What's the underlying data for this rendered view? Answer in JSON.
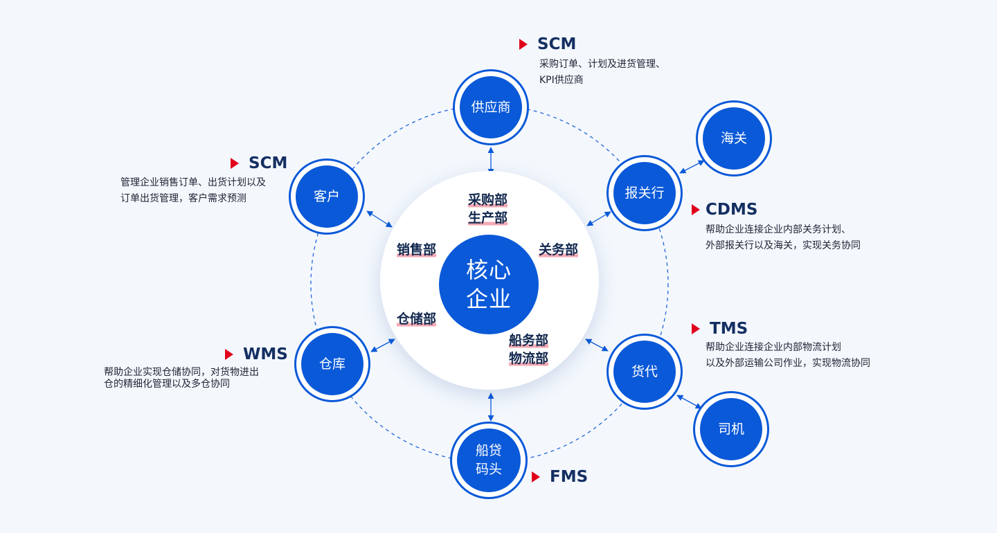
{
  "colors": {
    "primary_blue": "#0a59d8",
    "accent_red": "#e1001b",
    "dept_highlight": "#f4a9b3",
    "heading_text": "#142f62",
    "background": "#f4f8fd"
  },
  "core": {
    "label_line1": "核心",
    "label_line2": "企业",
    "departments": {
      "purchase": "采购部",
      "production": "生产部",
      "sales": "销售部",
      "customs_affairs": "关务部",
      "warehousing": "仓储部",
      "shipping": "船务部",
      "logistics": "物流部"
    }
  },
  "nodes": {
    "supplier": "供应商",
    "customer": "客户",
    "customs_broker": "报关行",
    "customs": "海关",
    "warehouse": "仓库",
    "freight_forwarder": "货代",
    "driver": "司机",
    "dock_line1": "船贷",
    "dock_line2": "码头"
  },
  "systems": {
    "scm_top": {
      "name": "SCM",
      "desc_line1": "采购订单、计划及进货管理、",
      "desc_line2": "KPI供应商"
    },
    "scm_left": {
      "name": "SCM",
      "desc_line1": "管理企业销售订单、出货计划以及",
      "desc_line2": "订单出货管理，客户需求预测"
    },
    "cdms": {
      "name": "CDMS",
      "desc_line1": "帮助企业连接企业内部关务计划、",
      "desc_line2": "外部报关行以及海关，实现关务协同"
    },
    "tms": {
      "name": "TMS",
      "desc_line1": "帮助企业连接企业内部物流计划",
      "desc_line2": "以及外部运输公司作业，实现物流协同"
    },
    "wms": {
      "name": "WMS",
      "desc_line1": "帮助企业实现仓储协同，对货物进出",
      "desc_line2": "仓的精细化管理以及多仓协同"
    },
    "fms": {
      "name": "FMS"
    }
  }
}
